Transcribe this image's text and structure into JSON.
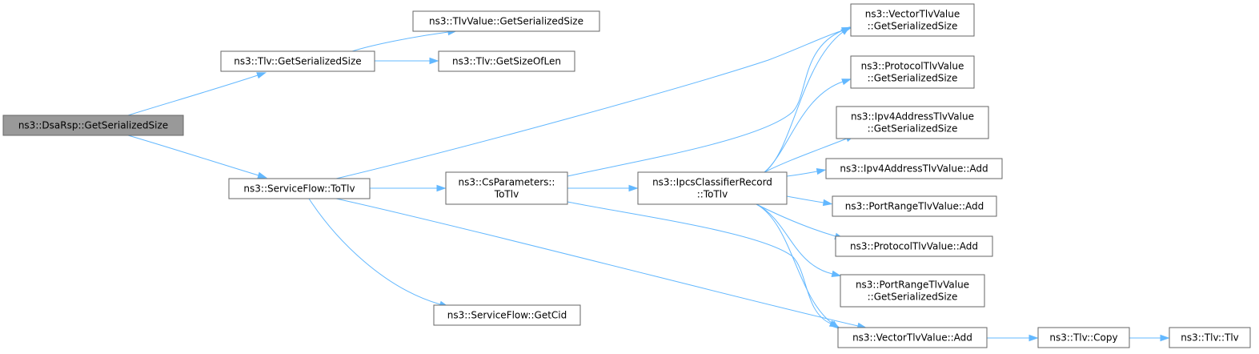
{
  "graph": {
    "nodes": {
      "n_dsarsp": {
        "lines": [
          "ns3::DsaRsp::GetSerializedSize"
        ],
        "root": true
      },
      "n_tlv_gss": {
        "lines": [
          "ns3::Tlv::GetSerializedSize"
        ]
      },
      "n_tlvvalue_gss": {
        "lines": [
          "ns3::TlvValue::GetSerializedSize"
        ]
      },
      "n_tlv_gsol": {
        "lines": [
          "ns3::Tlv::GetSizeOfLen"
        ]
      },
      "n_sf_totlv": {
        "lines": [
          "ns3::ServiceFlow::ToTlv"
        ]
      },
      "n_csparams": {
        "lines": [
          "ns3::CsParameters::",
          "ToTlv"
        ]
      },
      "n_sf_getcid": {
        "lines": [
          "ns3::ServiceFlow::GetCid"
        ]
      },
      "n_ipcs": {
        "lines": [
          "ns3::IpcsClassifierRecord",
          "::ToTlv"
        ]
      },
      "n_vtv_gss": {
        "lines": [
          "ns3::VectorTlvValue",
          "::GetSerializedSize"
        ]
      },
      "n_ptv_gss": {
        "lines": [
          "ns3::ProtocolTlvValue",
          "::GetSerializedSize"
        ]
      },
      "n_ipv4_gss": {
        "lines": [
          "ns3::Ipv4AddressTlvValue",
          "::GetSerializedSize"
        ]
      },
      "n_ipv4_add": {
        "lines": [
          "ns3::Ipv4AddressTlvValue::Add"
        ]
      },
      "n_prtv_add": {
        "lines": [
          "ns3::PortRangeTlvValue::Add"
        ]
      },
      "n_ptv_add": {
        "lines": [
          "ns3::ProtocolTlvValue::Add"
        ]
      },
      "n_prtv_gss": {
        "lines": [
          "ns3::PortRangeTlvValue",
          "::GetSerializedSize"
        ]
      },
      "n_vtv_add": {
        "lines": [
          "ns3::VectorTlvValue::Add"
        ]
      },
      "n_tlv_copy": {
        "lines": [
          "ns3::Tlv::Copy"
        ]
      },
      "n_tlv_tlv": {
        "lines": [
          "ns3::Tlv::Tlv"
        ]
      }
    },
    "edges": [
      [
        "n_dsarsp",
        "n_tlv_gss"
      ],
      [
        "n_dsarsp",
        "n_sf_totlv"
      ],
      [
        "n_tlv_gss",
        "n_tlvvalue_gss"
      ],
      [
        "n_tlv_gss",
        "n_tlv_gsol"
      ],
      [
        "n_sf_totlv",
        "n_vtv_gss"
      ],
      [
        "n_sf_totlv",
        "n_csparams"
      ],
      [
        "n_sf_totlv",
        "n_vtv_add"
      ],
      [
        "n_sf_totlv",
        "n_sf_getcid"
      ],
      [
        "n_csparams",
        "n_vtv_gss"
      ],
      [
        "n_csparams",
        "n_ipcs"
      ],
      [
        "n_csparams",
        "n_vtv_add"
      ],
      [
        "n_ipcs",
        "n_vtv_gss"
      ],
      [
        "n_ipcs",
        "n_ptv_gss"
      ],
      [
        "n_ipcs",
        "n_ipv4_gss"
      ],
      [
        "n_ipcs",
        "n_ipv4_add"
      ],
      [
        "n_ipcs",
        "n_prtv_add"
      ],
      [
        "n_ipcs",
        "n_ptv_add"
      ],
      [
        "n_ipcs",
        "n_prtv_gss"
      ],
      [
        "n_ipcs",
        "n_vtv_add"
      ],
      [
        "n_vtv_add",
        "n_tlv_copy"
      ],
      [
        "n_tlv_copy",
        "n_tlv_tlv"
      ]
    ]
  },
  "colors": {
    "edge": "#63b8ff",
    "node_border": "#666666",
    "root_fill": "#999999",
    "node_fill": "#ffffff"
  }
}
